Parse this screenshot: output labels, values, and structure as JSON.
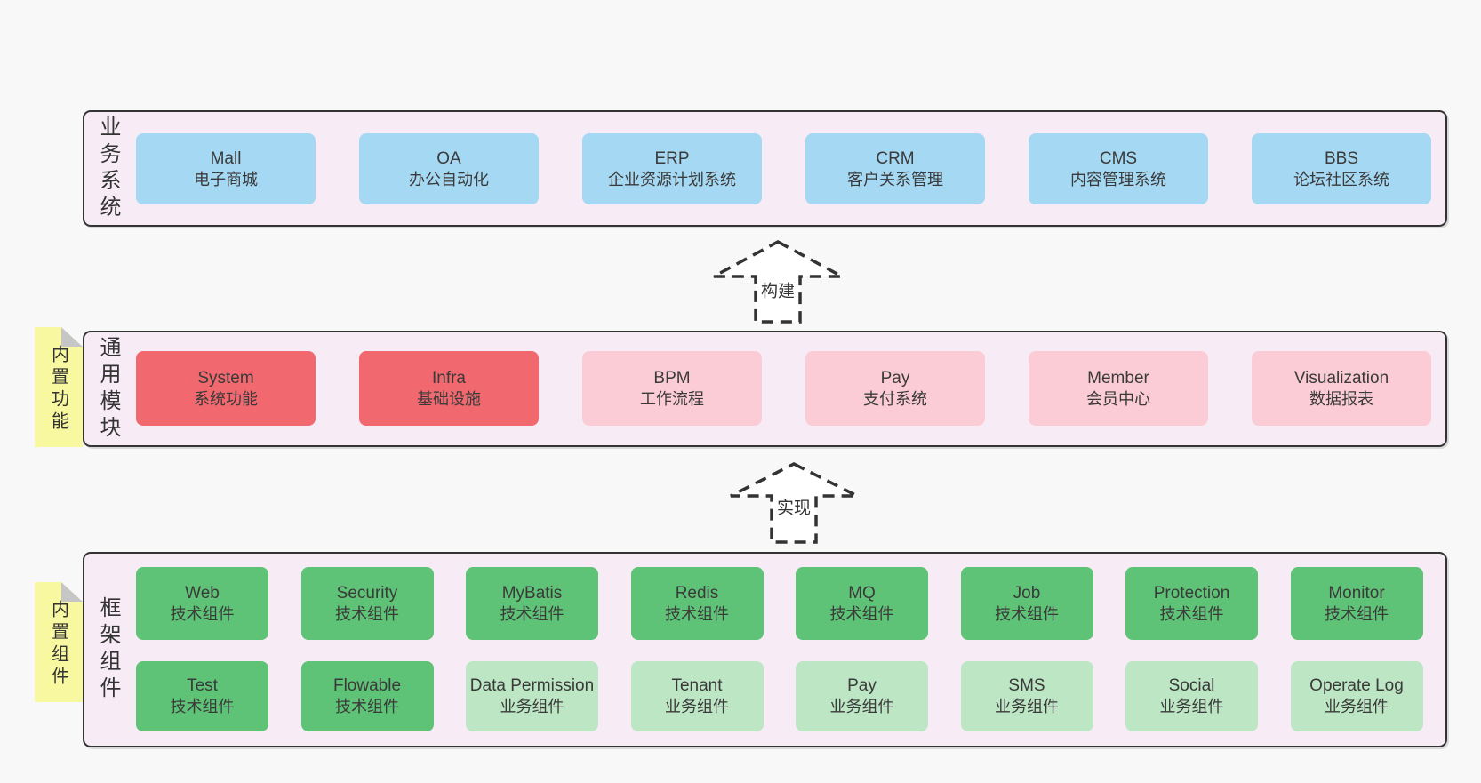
{
  "diagram": {
    "layers": [
      {
        "title": "业务系统",
        "tab": null,
        "rows": [
          [
            {
              "name": "Mall",
              "sub": "电子商城",
              "variant": "blue"
            },
            {
              "name": "OA",
              "sub": "办公自动化",
              "variant": "blue"
            },
            {
              "name": "ERP",
              "sub": "企业资源计划系统",
              "variant": "blue"
            },
            {
              "name": "CRM",
              "sub": "客户关系管理",
              "variant": "blue"
            },
            {
              "name": "CMS",
              "sub": "内容管理系统",
              "variant": "blue"
            },
            {
              "name": "BBS",
              "sub": "论坛社区系统",
              "variant": "blue"
            }
          ]
        ]
      },
      {
        "title": "通用模块",
        "tab": "内置功能",
        "rows": [
          [
            {
              "name": "System",
              "sub": "系统功能",
              "variant": "red"
            },
            {
              "name": "Infra",
              "sub": "基础设施",
              "variant": "red"
            },
            {
              "name": "BPM",
              "sub": "工作流程",
              "variant": "pink"
            },
            {
              "name": "Pay",
              "sub": "支付系统",
              "variant": "pink"
            },
            {
              "name": "Member",
              "sub": "会员中心",
              "variant": "pink"
            },
            {
              "name": "Visualization",
              "sub": "数据报表",
              "variant": "pink"
            }
          ]
        ]
      },
      {
        "title": "框架组件",
        "tab": "内置组件",
        "rows": [
          [
            {
              "name": "Web",
              "sub": "技术组件",
              "variant": "green"
            },
            {
              "name": "Security",
              "sub": "技术组件",
              "variant": "green"
            },
            {
              "name": "MyBatis",
              "sub": "技术组件",
              "variant": "green"
            },
            {
              "name": "Redis",
              "sub": "技术组件",
              "variant": "green"
            },
            {
              "name": "MQ",
              "sub": "技术组件",
              "variant": "green"
            },
            {
              "name": "Job",
              "sub": "技术组件",
              "variant": "green"
            },
            {
              "name": "Protection",
              "sub": "技术组件",
              "variant": "green"
            },
            {
              "name": "Monitor",
              "sub": "技术组件",
              "variant": "green"
            }
          ],
          [
            {
              "name": "Test",
              "sub": "技术组件",
              "variant": "green"
            },
            {
              "name": "Flowable",
              "sub": "技术组件",
              "variant": "green"
            },
            {
              "name": "Data Permission",
              "sub": "业务组件",
              "variant": "lightgreen"
            },
            {
              "name": "Tenant",
              "sub": "业务组件",
              "variant": "lightgreen"
            },
            {
              "name": "Pay",
              "sub": "业务组件",
              "variant": "lightgreen"
            },
            {
              "name": "SMS",
              "sub": "业务组件",
              "variant": "lightgreen"
            },
            {
              "name": "Social",
              "sub": "业务组件",
              "variant": "lightgreen"
            },
            {
              "name": "Operate Log",
              "sub": "业务组件",
              "variant": "lightgreen"
            }
          ]
        ]
      }
    ],
    "arrows": [
      {
        "label": "构建"
      },
      {
        "label": "实现"
      }
    ],
    "colors": {
      "page_bg": "#f8f8f8",
      "layer_bg": "#f7ecf5",
      "border": "#333333",
      "text": "#3a3a3a",
      "blue": "#a5d8f3",
      "red": "#f1686e",
      "pink": "#fbccd5",
      "green": "#5ec377",
      "light_green": "#bde6c5",
      "tab_yellow": "#f8f8a0",
      "fold_gray": "#c6c6c6"
    }
  }
}
